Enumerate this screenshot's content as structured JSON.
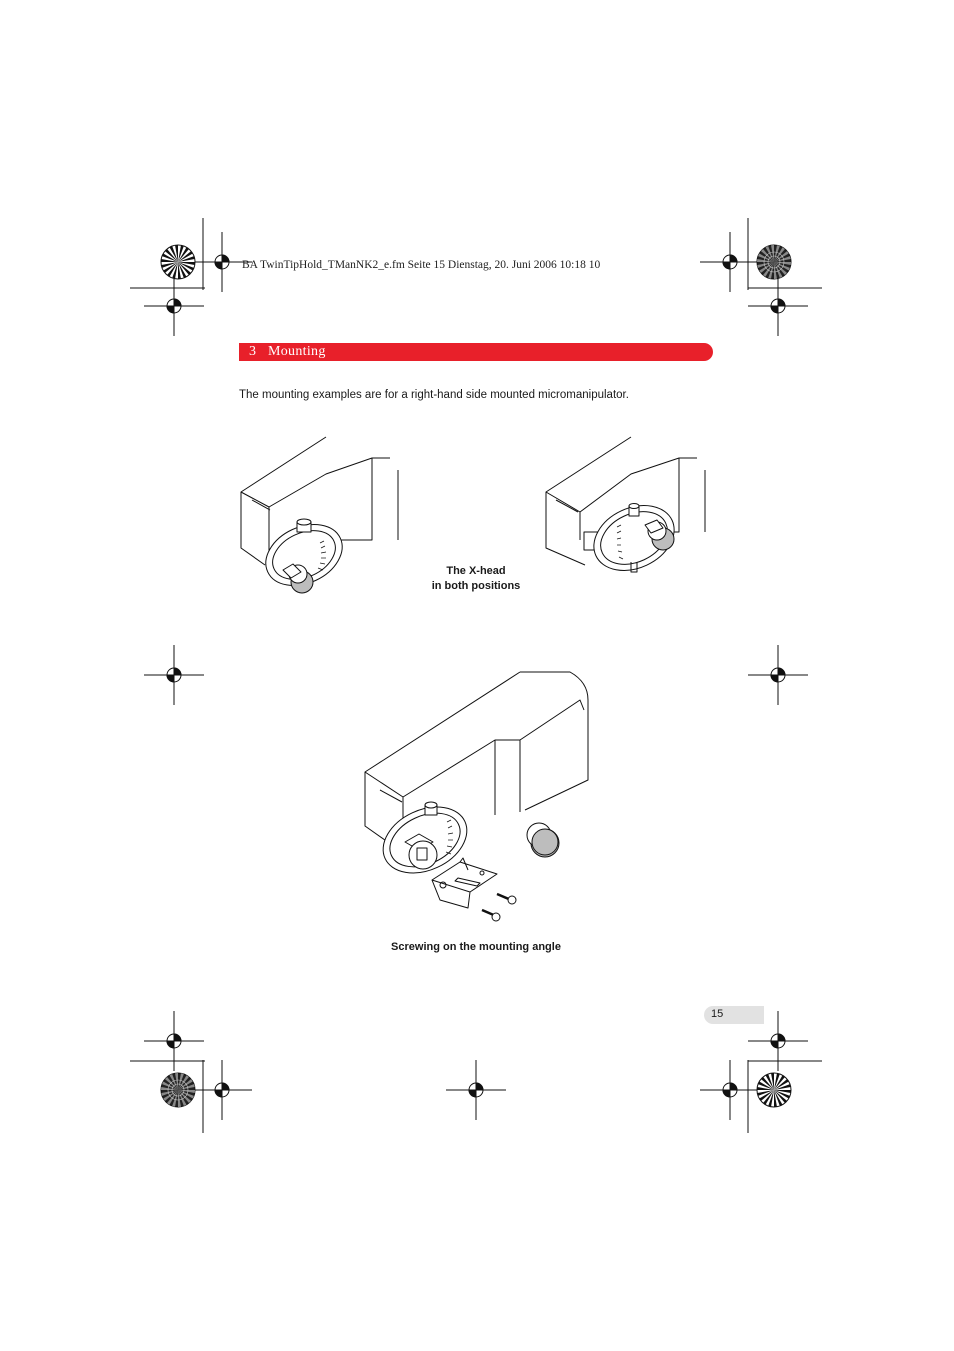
{
  "print_header": "BA TwinTipHold_TManNK2_e.fm  Seite 15  Dienstag, 20. Juni 2006  10:18 10",
  "section": {
    "number": "3",
    "title": "Mounting"
  },
  "intro_text": "The mounting examples are for a right-hand side mounted micromanipulator.",
  "figure1": {
    "caption_line1": "The X-head",
    "caption_line2": "in both positions"
  },
  "figure2": {
    "caption": "Screwing on the mounting angle"
  },
  "page_number": "15",
  "colors": {
    "accent": "#e8202a",
    "badge": "#e2e2e2"
  }
}
